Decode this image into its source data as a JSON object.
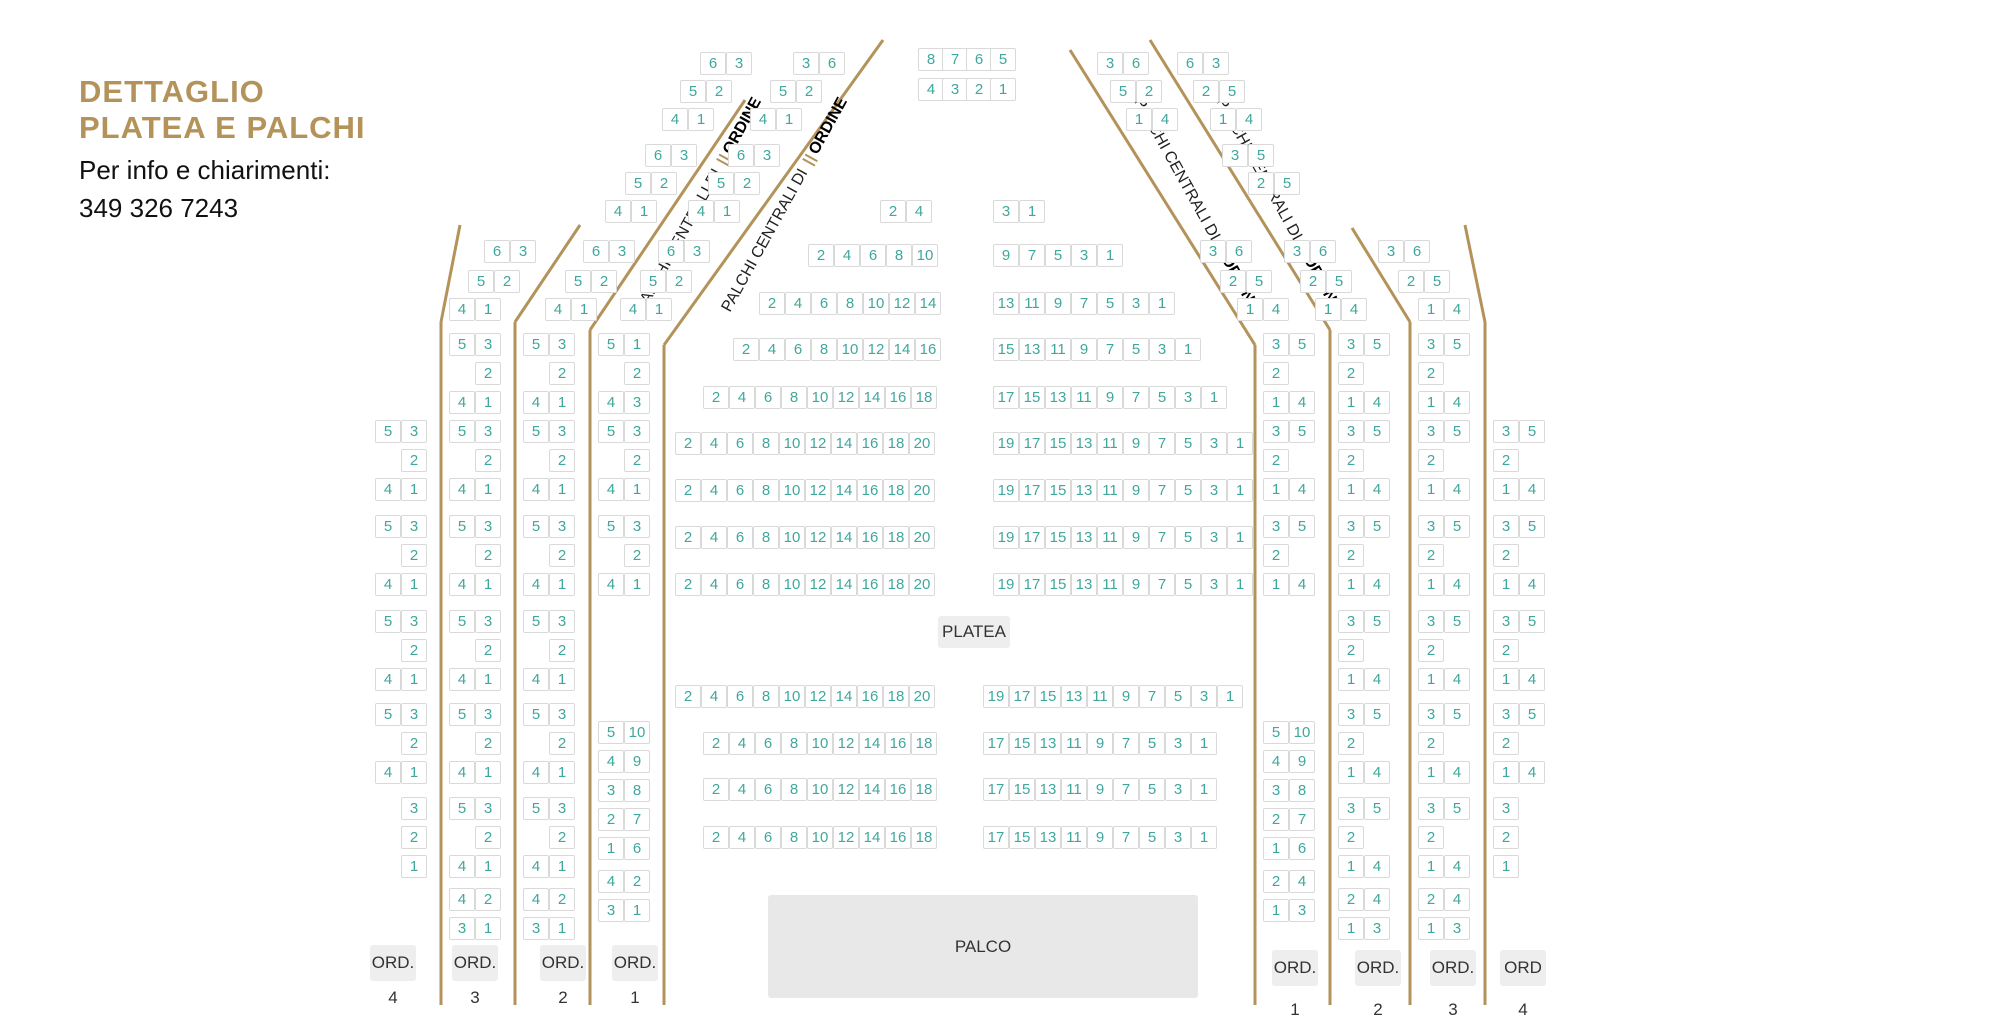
{
  "header": {
    "title_line1": "DETTAGLIO",
    "title_line2": "PLATEA E PALCHI",
    "info_label": "Per info e chiarimenti:",
    "phone": "349 326 7243"
  },
  "labels": {
    "platea": "PLATEA",
    "palco": "PALCO",
    "central_prefix": "PALCHI CENTRALI DI",
    "central_roman": "II",
    "central_word": "ORDINE"
  },
  "orders": {
    "left": [
      {
        "label": "ORD.",
        "number": "4"
      },
      {
        "label": "ORD.",
        "number": "3"
      },
      {
        "label": "ORD.",
        "number": "2"
      },
      {
        "label": "ORD.",
        "number": "1"
      }
    ],
    "right": [
      {
        "label": "ORD.",
        "number": "1"
      },
      {
        "label": "ORD.",
        "number": "2"
      },
      {
        "label": "ORD.",
        "number": "3"
      },
      {
        "label": "ORD",
        "number": "4"
      }
    ]
  },
  "stalls": {
    "left_short": [
      "2",
      "4",
      "6",
      "8",
      "10"
    ],
    "left_14": [
      "2",
      "4",
      "6",
      "8",
      "10",
      "12",
      "14"
    ],
    "left_16": [
      "2",
      "4",
      "6",
      "8",
      "10",
      "12",
      "14",
      "16"
    ],
    "left_18": [
      "2",
      "4",
      "6",
      "8",
      "10",
      "12",
      "14",
      "16",
      "18"
    ],
    "left_20": [
      "2",
      "4",
      "6",
      "8",
      "10",
      "12",
      "14",
      "16",
      "18",
      "20"
    ],
    "right_short": [
      "9",
      "7",
      "5",
      "3",
      "1"
    ],
    "right_13": [
      "13",
      "11",
      "9",
      "7",
      "5",
      "3",
      "1"
    ],
    "right_15": [
      "15",
      "13",
      "11",
      "9",
      "7",
      "5",
      "3",
      "1"
    ],
    "right_17": [
      "17",
      "15",
      "13",
      "11",
      "9",
      "7",
      "5",
      "3",
      "1"
    ],
    "right_19": [
      "19",
      "17",
      "15",
      "13",
      "11",
      "9",
      "7",
      "5",
      "3",
      "1"
    ],
    "center_top_left": [
      "2",
      "4"
    ],
    "center_top_right": [
      "3",
      "1"
    ],
    "top_center_row1": [
      "8",
      "7",
      "6",
      "5"
    ],
    "top_center_row2": [
      "4",
      "3",
      "2",
      "1"
    ]
  },
  "box_groups": {
    "pair_53": [
      "5",
      "3"
    ],
    "pair_41": [
      "4",
      "1"
    ],
    "pair_35": [
      "3",
      "5"
    ],
    "pair_14": [
      "1",
      "4"
    ],
    "single_2": [
      "2"
    ],
    "single_3": [
      "3"
    ],
    "single_1": [
      "1"
    ],
    "pair_63": [
      "6",
      "3"
    ],
    "pair_52": [
      "5",
      "2"
    ],
    "pair_36": [
      "3",
      "6"
    ],
    "pair_25": [
      "2",
      "5"
    ],
    "pair_42": [
      "4",
      "2"
    ],
    "pair_31": [
      "3",
      "1"
    ],
    "pair_24": [
      "2",
      "4"
    ],
    "pair_13": [
      "1",
      "3"
    ],
    "pair_51": [
      "5",
      "1"
    ],
    "pair_43": [
      "4",
      "3"
    ],
    "pair_510": [
      "5",
      "10"
    ],
    "pair_49": [
      "4",
      "9"
    ],
    "pair_38": [
      "3",
      "8"
    ],
    "pair_27": [
      "2",
      "7"
    ],
    "pair_16": [
      "1",
      "6"
    ]
  },
  "colors": {
    "gold": "#b39359",
    "seat_text": "#3fa79c",
    "seat_border": "#d9d9d9"
  }
}
